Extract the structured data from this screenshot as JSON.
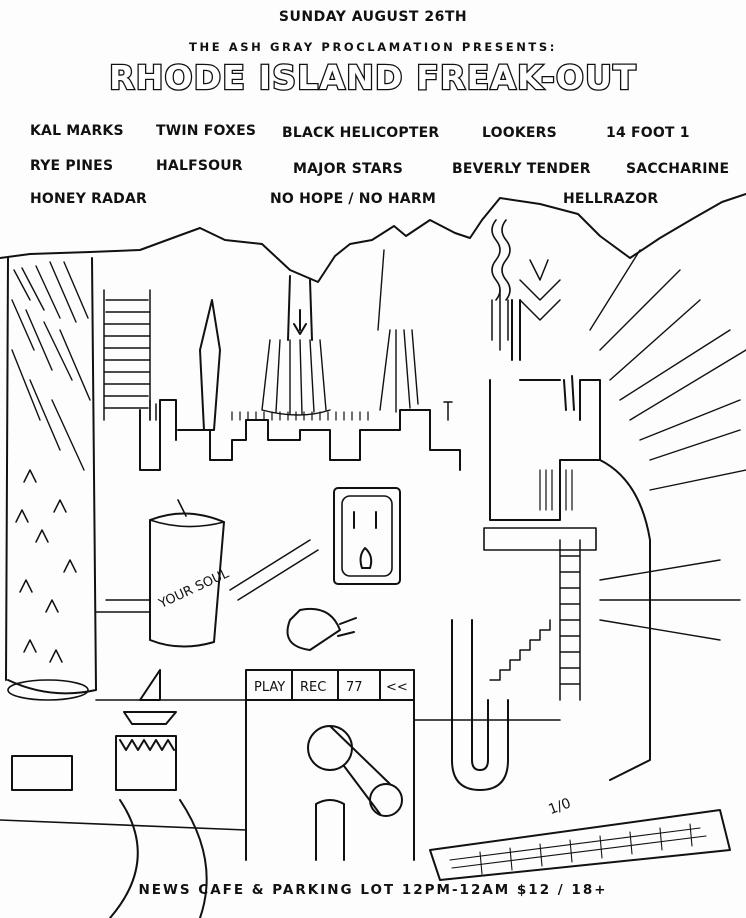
{
  "event": {
    "date": "SUNDAY AUGUST 26TH",
    "presenter": "THE ASH GRAY PROCLAMATION PRESENTS:",
    "title": "RHODE ISLAND FREAK-OUT",
    "footer": "NEWS CAFE & PARKING LOT 12PM-12AM $12 / 18+"
  },
  "bands": [
    "KAL MARKS",
    "TWIN FOXES",
    "BLACK HELICOPTER",
    "LOOKERS",
    "14 FOOT 1",
    "RYE PINES",
    "HALFSOUR",
    "MAJOR STARS",
    "BEVERLY TENDER",
    "SACCHARINE",
    "HONEY RADAR",
    "NO HOPE / NO HARM",
    "HELLRAZOR"
  ],
  "drawing": {
    "can_label": "YOUR SOUL",
    "tape_buttons": [
      "PLAY",
      "REC",
      "77",
      "<<"
    ],
    "scribble": "1/0"
  },
  "colors": {
    "ink": "#111111",
    "paper": "#fdfdfd"
  }
}
